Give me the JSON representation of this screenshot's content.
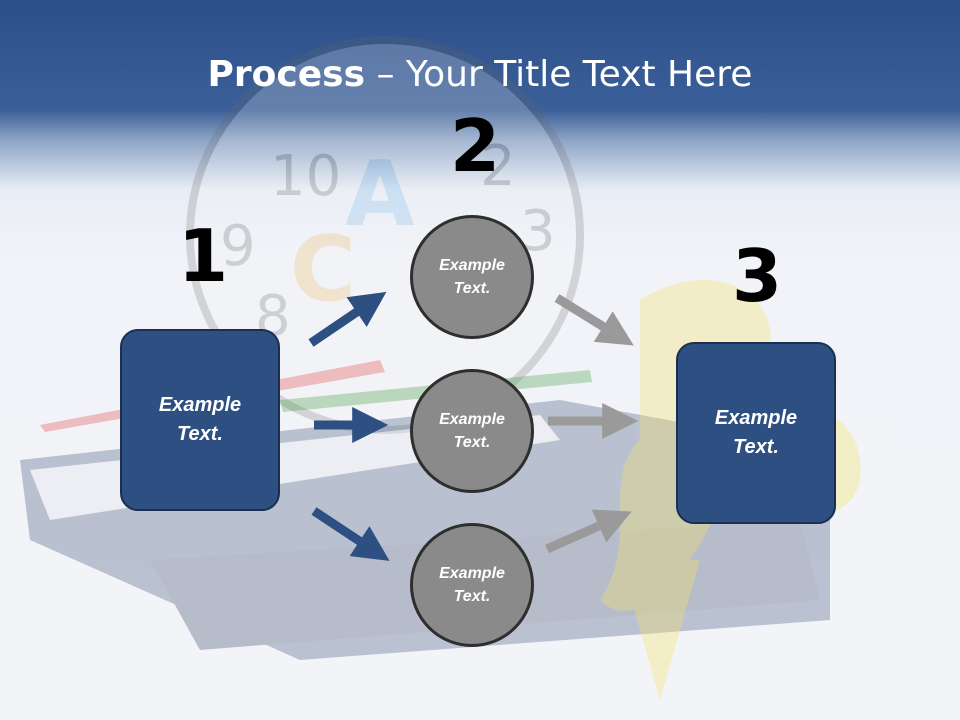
{
  "title": {
    "bold": "Process",
    "rest": " – Your Title Text Here"
  },
  "steps": [
    {
      "number": "1",
      "label": "Example\nText."
    },
    {
      "number": "2",
      "circles": [
        "Example\nText.",
        "Example\nText.",
        "Example\nText."
      ]
    },
    {
      "number": "3",
      "label": "Example\nText."
    }
  ],
  "colors": {
    "header": "#2c4f8a",
    "box": "#2d4f82",
    "circle": "#8a8a8a",
    "arrow_blue": "#2d4f82",
    "arrow_gray": "#9a9a9a"
  }
}
